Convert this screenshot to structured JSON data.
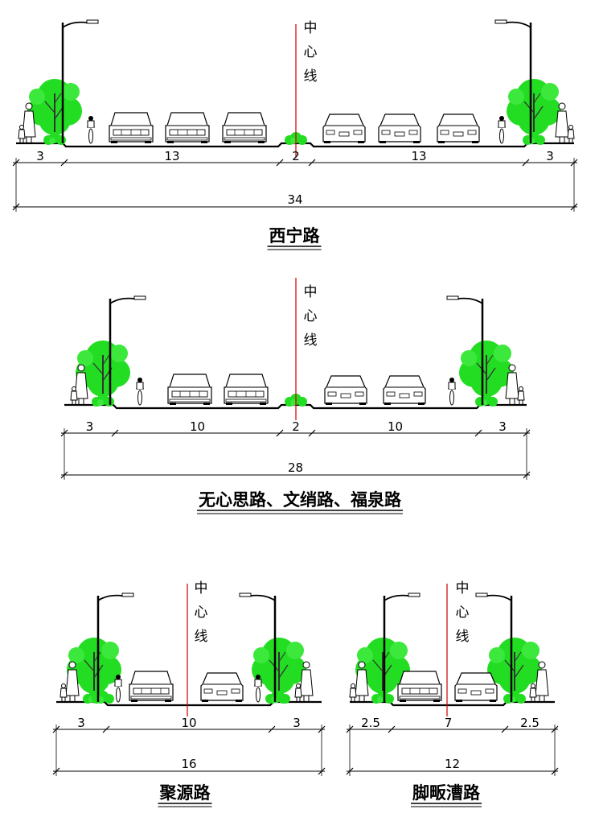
{
  "centerline_chars": [
    "中",
    "心",
    "线"
  ],
  "sections": [
    {
      "title": "西宁路",
      "widths": [
        "3",
        "13",
        "2",
        "13",
        "3"
      ],
      "total": "34"
    },
    {
      "title": "无心思路、文绡路、福泉路",
      "widths": [
        "3",
        "10",
        "2",
        "10",
        "3"
      ],
      "total": "28"
    },
    {
      "title": "聚源路",
      "widths": [
        "3",
        "10",
        "3"
      ],
      "total": "16"
    },
    {
      "title": "脚畈漕路",
      "widths": [
        "2.5",
        "7",
        "2.5"
      ],
      "total": "12"
    }
  ],
  "colors": {
    "tree": "#22dd22",
    "centerline": "#cc0000",
    "line": "#000000"
  }
}
